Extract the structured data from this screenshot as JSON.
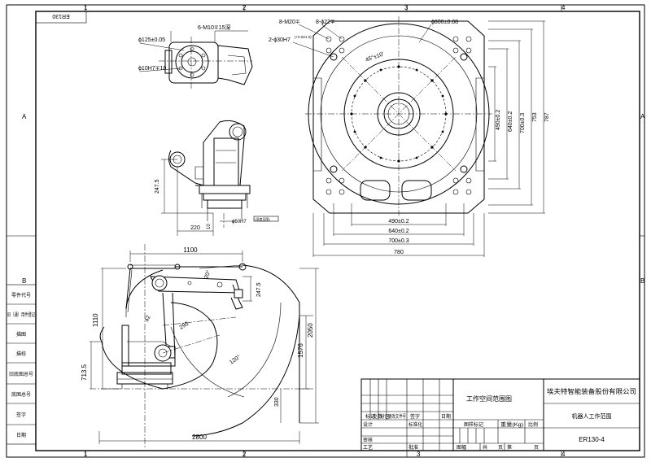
{
  "border": {
    "zones_top": [
      "1",
      "2",
      "3",
      "4"
    ],
    "zones_bottom": [
      "1",
      "2",
      "3",
      "4"
    ],
    "rows_left": [
      "A",
      "B"
    ],
    "rows_right": [
      "A",
      "B"
    ],
    "corner_tag": "ER130"
  },
  "left_column": [
    "零件代号",
    "旧（通）用件登记",
    "描图",
    "描校",
    "旧底图总号",
    "底图总号",
    "签字",
    "日期"
  ],
  "view_top": {
    "bolt_note": "6-M10∓15深",
    "flange_dia": "ϕ125±0.05",
    "pin_dia": "ϕ10H7∓10"
  },
  "view_side": {
    "height": "247.5",
    "width": "220",
    "offset": "10",
    "bore": "ϕ50H7",
    "bore_note": "(深度见图)"
  },
  "view_base": {
    "holes_a": "8-M20∓",
    "holes_b": "8-ϕ22∓",
    "pin_holes": "2-ϕ30H7",
    "pin_tol": "(+0.021 0)",
    "bolt_circle": "ϕ800±0.08",
    "angle": "45°±10'",
    "vdim_1": "490±0.2",
    "vdim_2": "640±0.2",
    "vdim_3": "700±0.3",
    "vdim_4": "753",
    "vdim_5": "787",
    "hdim_1": "490±0.2",
    "hdim_2": "640±0.2",
    "hdim_3": "700±0.3",
    "hdim_4": "780"
  },
  "view_envelope": {
    "top_reach": "1100",
    "left_height": "1110",
    "base_height": "713.5",
    "inner_height": "1576",
    "outer_height": "2050",
    "bottom_height": "330",
    "radius": "2800",
    "upper_offset": "247.5",
    "angle_1": "120°",
    "angle_2": "42",
    "angle_3": "295",
    "angle_4": "20°"
  },
  "title_block": {
    "drawing_name": "工作空间范围图",
    "company": "埃夫特智能装备股份有限公司",
    "product_name": "机器人工作范围",
    "drawing_no": "ER130-4",
    "mark_label": "标记",
    "count_label": "处数",
    "zone_label": "分区",
    "change_doc_label": "更改文件号",
    "signature_label": "签字",
    "date_label": "日期",
    "design_label": "设计",
    "standardize_label": "标准化",
    "stage_mark_label": "图样标记",
    "weight_label": "重量(Kg)",
    "scale_label": "比例",
    "check_label": "审核",
    "process_label": "工艺",
    "approve_label": "批准",
    "total_label": "共",
    "sheet_label": "第",
    "page_unit_1": "页",
    "page_unit_2": "页",
    "drawing_label": "图幅"
  }
}
